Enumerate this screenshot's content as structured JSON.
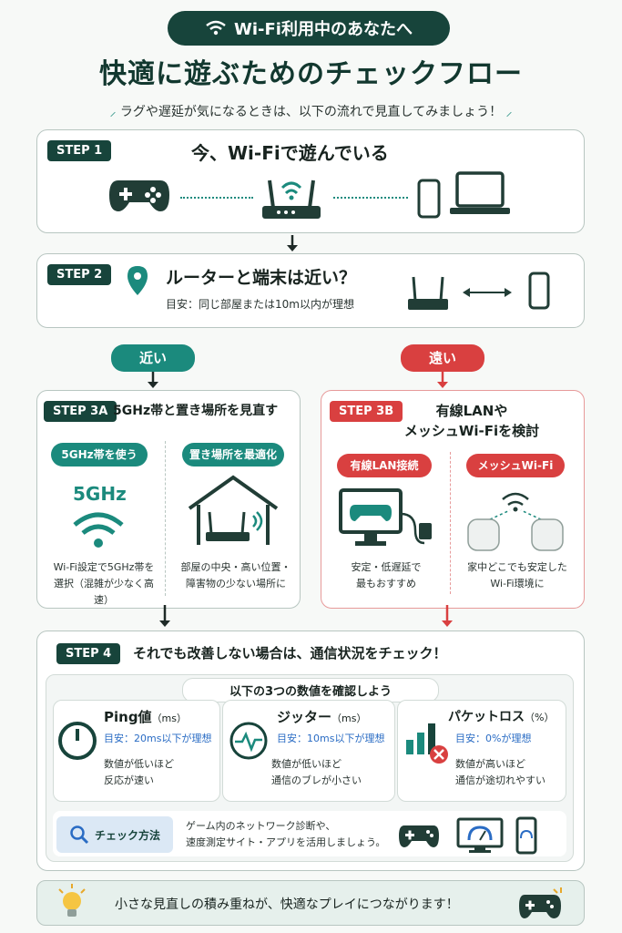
{
  "header": {
    "badge": "Wi-Fi利用中のあなたへ",
    "title": "快適に遊ぶためのチェックフロー",
    "subtitle": "ラグや遅延が気になるときは、以下の流れで見直してみましょう！"
  },
  "step1": {
    "label": "STEP 1",
    "title": "今、Wi-Fiで遊んでいる"
  },
  "step2": {
    "label": "STEP 2",
    "title": "ルーターと端末は近い？",
    "note": "目安：同じ部屋または10m以内が理想"
  },
  "branch": {
    "near": "近い",
    "far": "遠い"
  },
  "step3a": {
    "label": "STEP 3A",
    "title": "5GHz帯と置き場所を見直す",
    "left_chip": "5GHz帯を使う",
    "band": "5GHz",
    "left_text_1": "Wi-Fi設定で5GHz帯を",
    "left_text_2": "選択（混雑が少なく高速）",
    "right_chip": "置き場所を最適化",
    "right_text_1": "部屋の中央・高い位置・",
    "right_text_2": "障害物の少ない場所に"
  },
  "step3b": {
    "label": "STEP 3B",
    "title_1": "有線LANや",
    "title_2": "メッシュWi-Fiを検討",
    "left_chip": "有線LAN接続",
    "left_text_1": "安定・低遅延で",
    "left_text_2": "最もおすすめ",
    "right_chip": "メッシュWi-Fi",
    "right_text_1": "家中どこでも安定した",
    "right_text_2": "Wi-Fi環境に"
  },
  "step4": {
    "label": "STEP 4",
    "title": "それでも改善しない場合は、通信状況をチェック！",
    "sub": "以下の3つの数値を確認しよう",
    "metrics": [
      {
        "name": "Ping値",
        "unit": "（ms）",
        "target": "目安：20ms以下が理想",
        "d1": "数値が低いほど",
        "d2": "反応が速い"
      },
      {
        "name": "ジッター",
        "unit": "（ms）",
        "target": "目安：10ms以下が理想",
        "d1": "数値が低いほど",
        "d2": "通信のブレが小さい"
      },
      {
        "name": "パケットロス",
        "unit": "（%）",
        "target": "目安：0%が理想",
        "d1": "数値が高いほど",
        "d2": "通信が途切れやすい"
      }
    ],
    "check_label": "チェック方法",
    "check_1": "ゲーム内のネットワーク診断や、",
    "check_2": "速度測定サイト・アプリを活用しましょう。"
  },
  "footer": {
    "text": "小さな見直しの積み重ねが、快適なプレイにつながります！"
  }
}
